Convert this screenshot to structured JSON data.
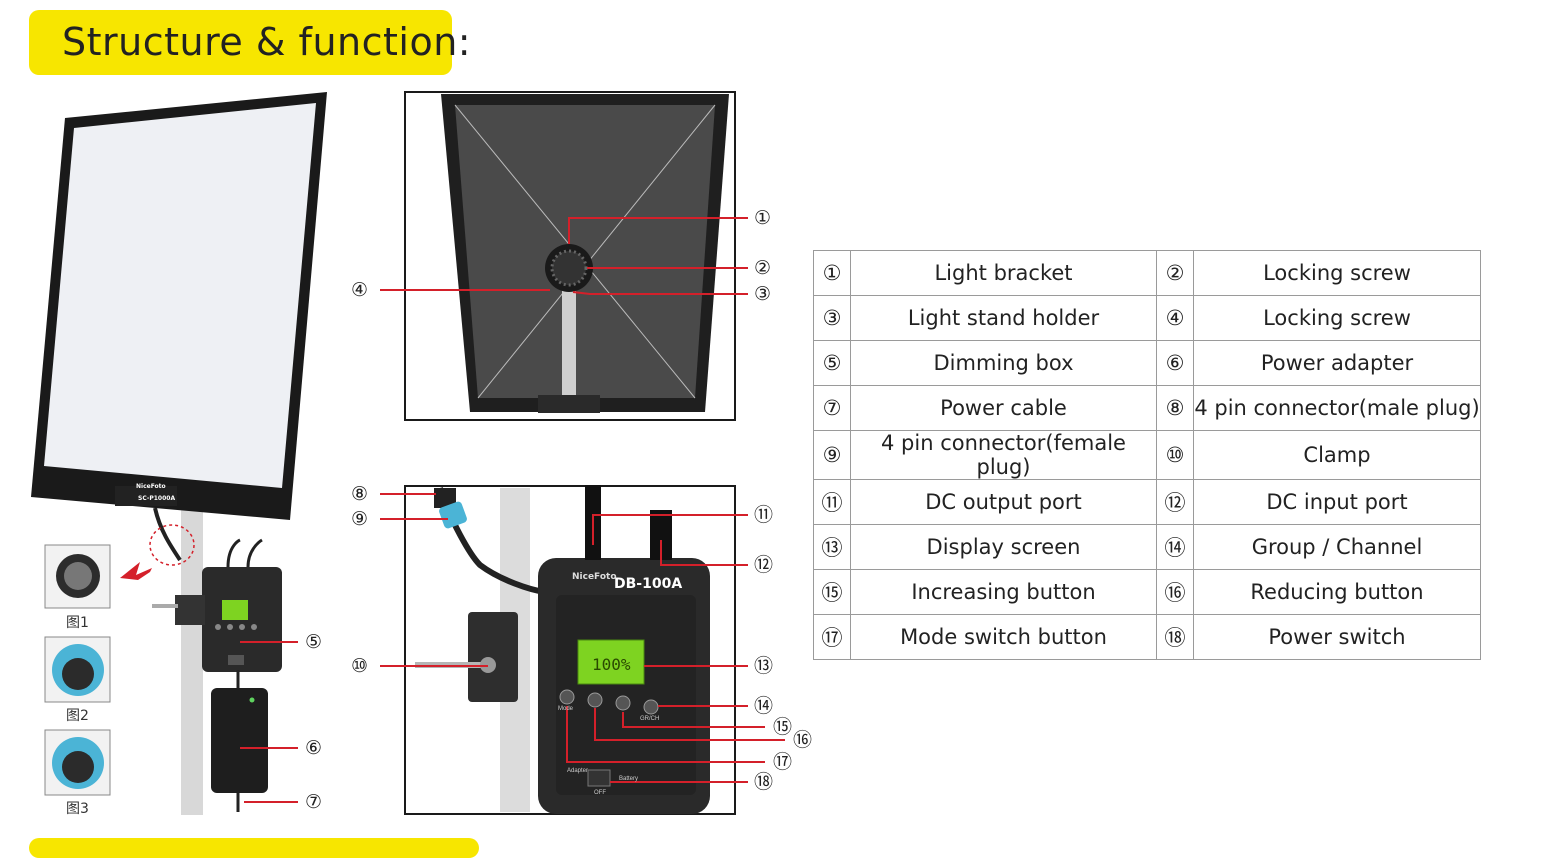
{
  "header": {
    "title": "Structure & function:"
  },
  "thumbnails": [
    {
      "caption": "图1"
    },
    {
      "caption": "图2"
    },
    {
      "caption": "图3"
    }
  ],
  "product_labels": {
    "softbox_brand": "NiceFoto",
    "softbox_model": "SC-P1000A",
    "dimmer_brand": "NiceFoto",
    "dimmer_model": "DB-100A",
    "screen_value": "100%",
    "btn_mode": "Mode",
    "btn_grch": "GR/CH",
    "sw_adapter": "Adapter",
    "sw_battery": "Battery",
    "sw_off": "OFF"
  },
  "callouts": {
    "c1": "①",
    "c2": "②",
    "c3": "③",
    "c4": "④",
    "c5": "⑤",
    "c6": "⑥",
    "c7": "⑦",
    "c8": "⑧",
    "c9": "⑨",
    "c10": "⑩",
    "c11": "⑪",
    "c12": "⑫",
    "c13": "⑬",
    "c14": "⑭",
    "c15": "⑮",
    "c16": "⑯",
    "c17": "⑰",
    "c18": "⑱"
  },
  "parts": [
    {
      "n1": "①",
      "l1": "Light bracket",
      "n2": "②",
      "l2": "Locking screw"
    },
    {
      "n1": "③",
      "l1": "Light stand holder",
      "n2": "④",
      "l2": "Locking screw"
    },
    {
      "n1": "⑤",
      "l1": "Dimming box",
      "n2": "⑥",
      "l2": "Power adapter"
    },
    {
      "n1": "⑦",
      "l1": "Power cable",
      "n2": "⑧",
      "l2": "4 pin connector(male plug)"
    },
    {
      "n1": "⑨",
      "l1": "4 pin connector(female plug)",
      "n2": "⑩",
      "l2": "Clamp"
    },
    {
      "n1": "⑪",
      "l1": "DC output port",
      "n2": "⑫",
      "l2": "DC input port"
    },
    {
      "n1": "⑬",
      "l1": "Display screen",
      "n2": "⑭",
      "l2": "Group / Channel"
    },
    {
      "n1": "⑮",
      "l1": "Increasing button",
      "n2": "⑯",
      "l2": "Reducing button"
    },
    {
      "n1": "⑰",
      "l1": "Mode switch button",
      "n2": "⑱",
      "l2": "Power switch"
    }
  ],
  "colors": {
    "accent": "#f7e600",
    "leader": "#d4202a",
    "screen": "#7ed321"
  }
}
